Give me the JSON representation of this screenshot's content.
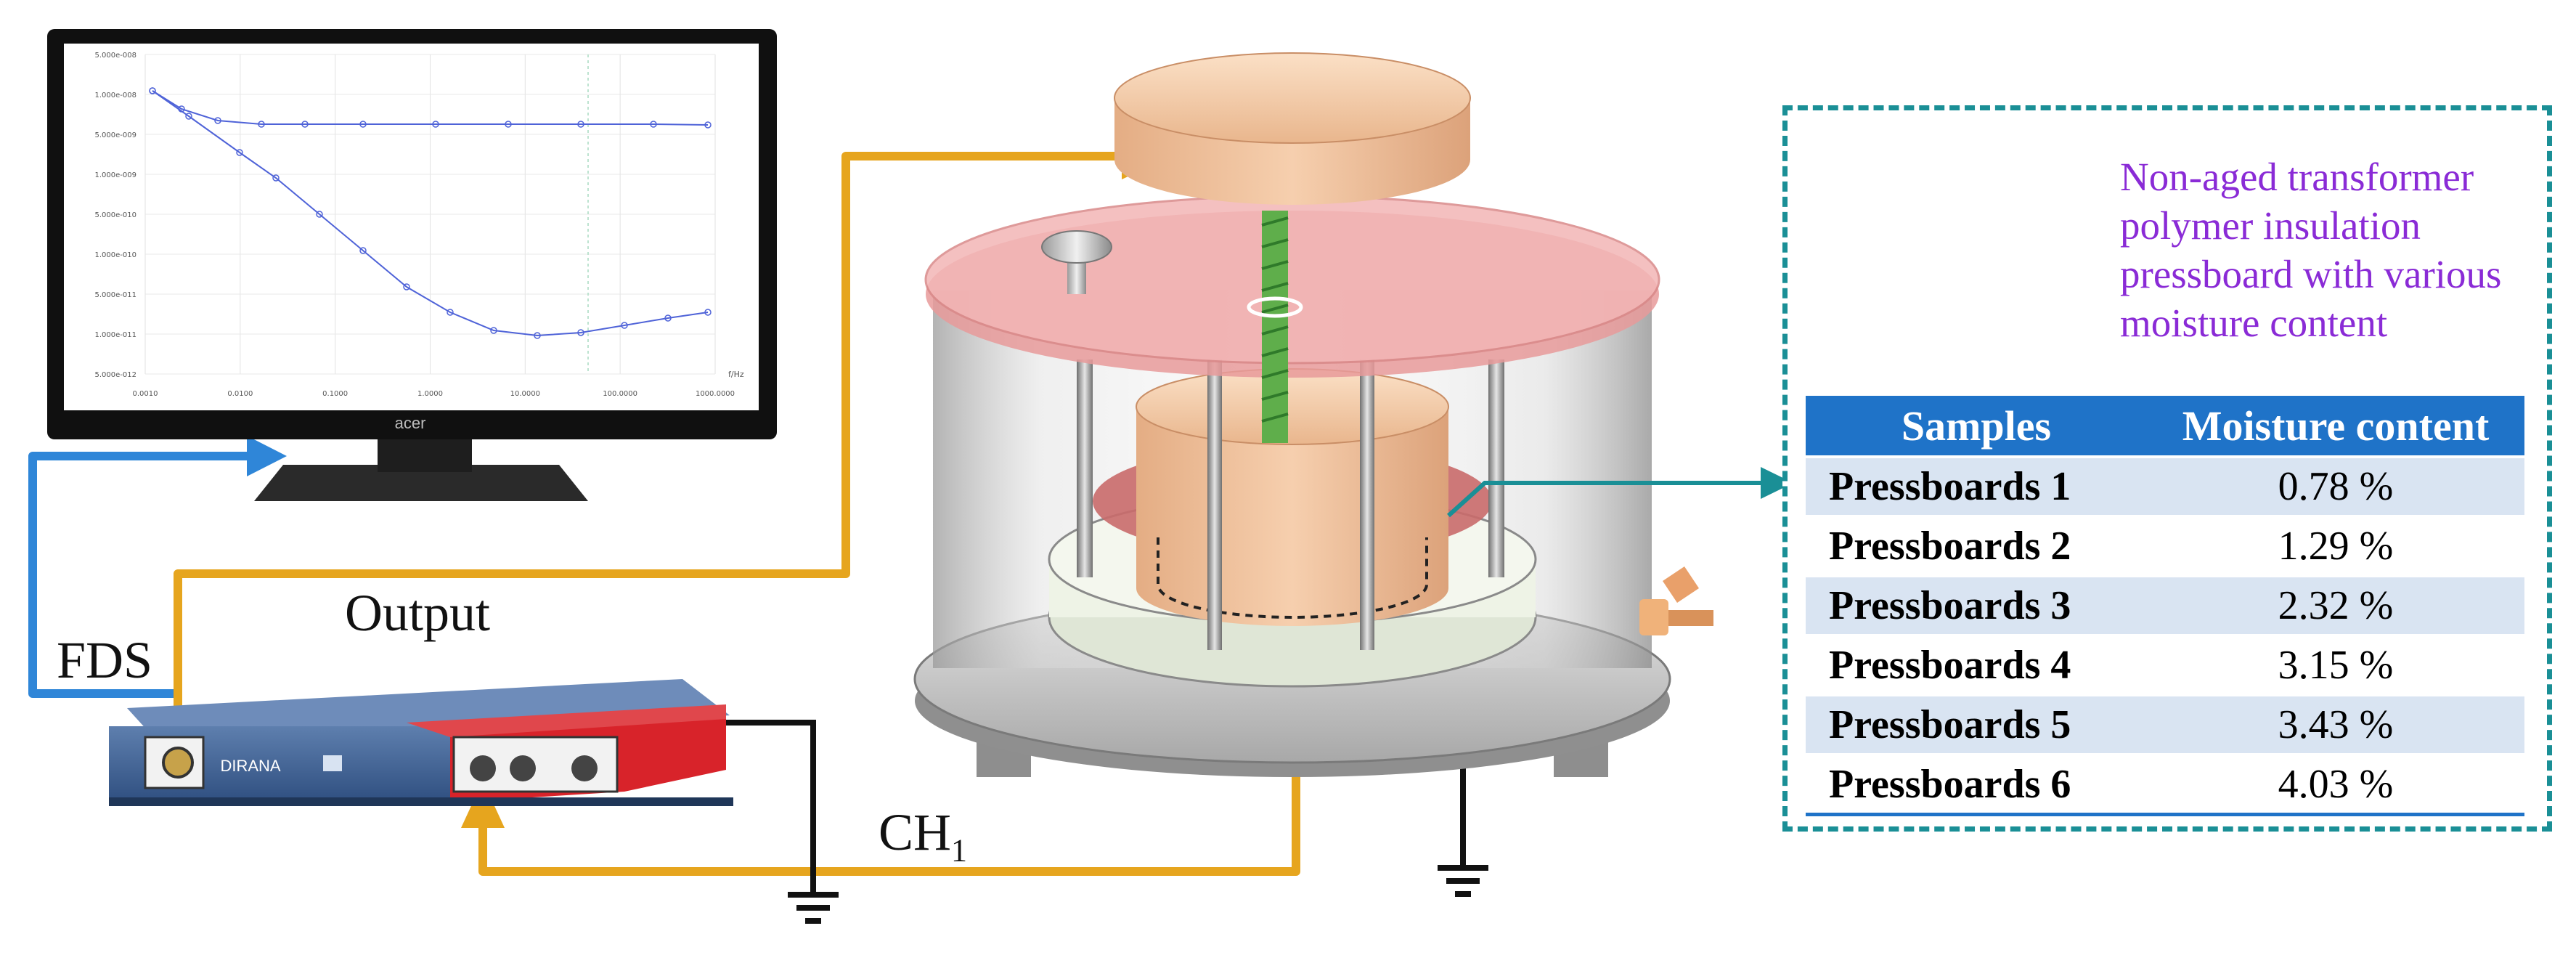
{
  "labels": {
    "output": "Output",
    "fds": "FDS",
    "ch": "CH",
    "ch_sub": "1",
    "device_brand": "DIRANA",
    "monitor_brand": "acer"
  },
  "plot": {
    "x_ticks": [
      "0.0010",
      "0.0100",
      "0.1000",
      "1.0000",
      "10.0000",
      "100.0000",
      "1000.0000"
    ],
    "x_unit": "f/Hz",
    "y_ticks": [
      "5.000e-008",
      "1.000e-008",
      "5.000e-009",
      "1.000e-009",
      "5.000e-010",
      "1.000e-010",
      "5.000e-011",
      "1.000e-011",
      "5.000e-012"
    ]
  },
  "description": "Non-aged transformer polymer insulation pressboard with various moisture content",
  "table": {
    "headers": [
      "Samples",
      "Moisture content"
    ],
    "rows": [
      {
        "sample": "Pressboards 1",
        "moisture": "0.78 %"
      },
      {
        "sample": "Pressboards 2",
        "moisture": "1.29 %"
      },
      {
        "sample": "Pressboards 3",
        "moisture": "2.32 %"
      },
      {
        "sample": "Pressboards 4",
        "moisture": "3.15 %"
      },
      {
        "sample": "Pressboards 5",
        "moisture": "3.43 %"
      },
      {
        "sample": "Pressboards 6",
        "moisture": "4.03 %"
      }
    ]
  },
  "colors": {
    "cable_orange": "#e6a51e",
    "cable_blue": "#2f86d8",
    "panel_border": "#1a8f96",
    "table_header": "#1f73c8",
    "description_text": "#8a2bd6",
    "electrode": "#f5c8a2"
  }
}
